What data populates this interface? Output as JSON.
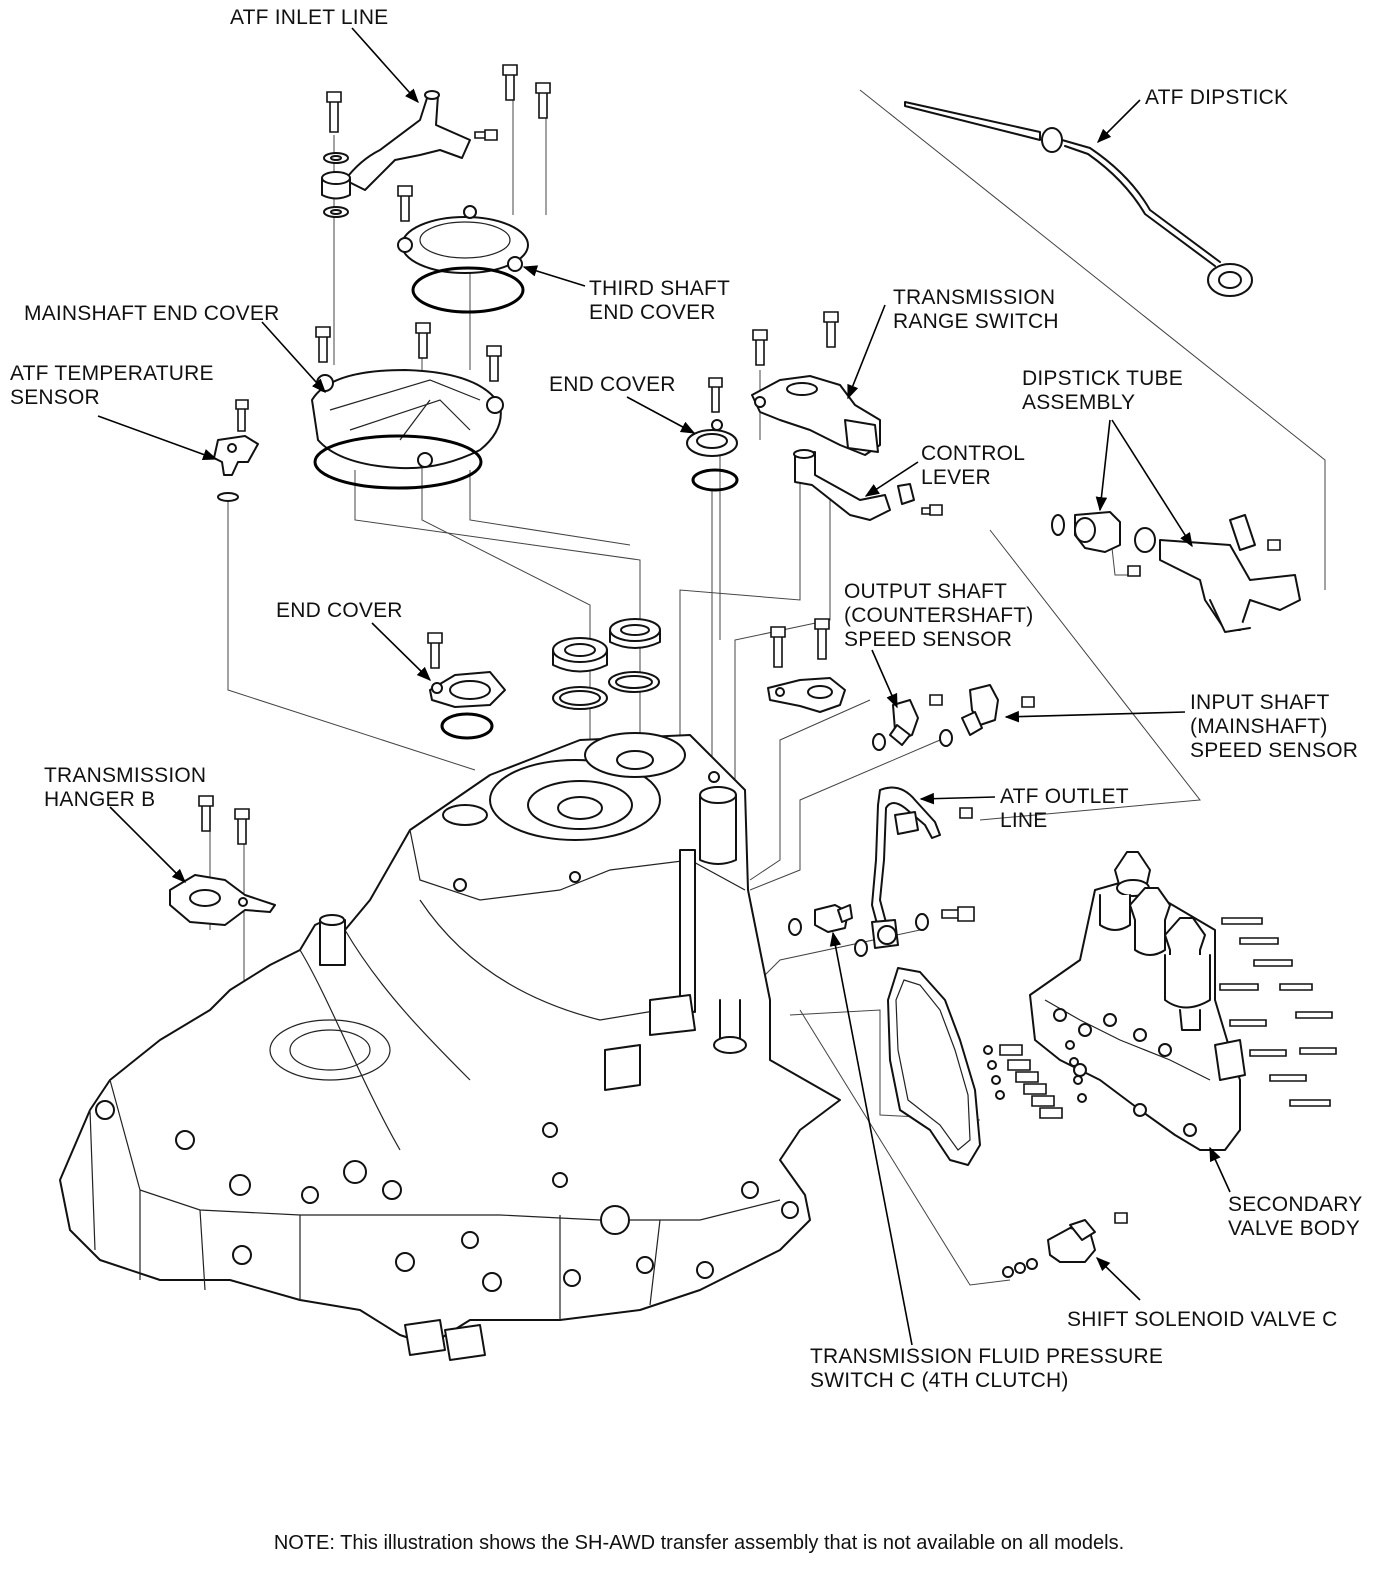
{
  "labels": {
    "atf_inlet_line": "ATF INLET LINE",
    "atf_dipstick": "ATF DIPSTICK",
    "third_shaft_end_cover": [
      "THIRD SHAFT",
      "END COVER"
    ],
    "mainshaft_end_cover": "MAINSHAFT END COVER",
    "transmission_range_switch": [
      "TRANSMISSION",
      "RANGE SWITCH"
    ],
    "atf_temperature_sensor": [
      "ATF TEMPERATURE",
      "SENSOR"
    ],
    "end_cover_upper": "END COVER",
    "dipstick_tube_assembly": [
      "DIPSTICK TUBE",
      "ASSEMBLY"
    ],
    "control_lever": [
      "CONTROL",
      "LEVER"
    ],
    "output_shaft_speed_sensor": [
      "OUTPUT SHAFT",
      "(COUNTERSHAFT)",
      "SPEED SENSOR"
    ],
    "end_cover_lower": "END COVER",
    "input_shaft_speed_sensor": [
      "INPUT SHAFT",
      "(MAINSHAFT)",
      "SPEED SENSOR"
    ],
    "transmission_hanger_b": [
      "TRANSMISSION",
      "HANGER B"
    ],
    "atf_outlet_line": [
      "ATF OUTLET",
      "LINE"
    ],
    "secondary_valve_body": [
      "SECONDARY",
      "VALVE BODY"
    ],
    "shift_solenoid_valve_c": "SHIFT SOLENOID VALVE C",
    "transmission_fluid_pressure_switch_c": [
      "TRANSMISSION FLUID PRESSURE",
      "SWITCH C (4TH CLUTCH)"
    ]
  },
  "note": "NOTE: This illustration shows the SH-AWD transfer assembly that is not available on all models."
}
